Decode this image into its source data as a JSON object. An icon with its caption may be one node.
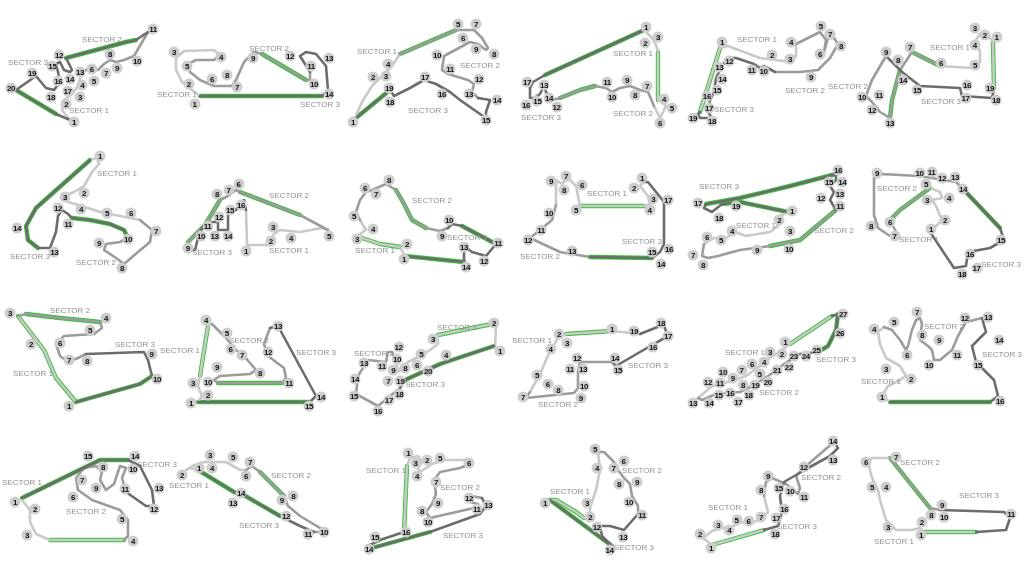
{
  "diagram": {
    "labels": [
      "1",
      "2",
      "3",
      "4",
      "5",
      "6",
      "7",
      "8",
      "9",
      "10",
      "11",
      "12",
      "13",
      "14",
      "15",
      "16",
      "17",
      "18",
      "19",
      "20",
      "SECTOR 1",
      "SECTOR 2",
      "SECTOR 3",
      "1",
      "2",
      "3",
      "4",
      "5",
      "6",
      "7",
      "8",
      "9",
      "10",
      "11",
      "12",
      "13",
      "14",
      "SECTOR 1",
      "SECTOR 2",
      "SECTOR 3",
      "1",
      "2",
      "3",
      "4",
      "5",
      "6",
      "7",
      "8",
      "9",
      "10",
      "11",
      "12",
      "13",
      "14",
      "15",
      "16",
      "17",
      "18",
      "19",
      "SECTOR 1",
      "SECTOR 2",
      "SECTOR 3",
      "1",
      "2",
      "3",
      "4",
      "5",
      "6",
      "7",
      "8",
      "9",
      "10",
      "11",
      "12",
      "13",
      "14",
      "15",
      "16",
      "17",
      "SECTOR 1",
      "SECTOR 2",
      "SECTOR 3",
      "1",
      "2",
      "3",
      "4",
      "5",
      "6",
      "7",
      "8",
      "9",
      "10",
      "11",
      "12",
      "13",
      "14",
      "15",
      "16",
      "17",
      "18",
      "19",
      "SECTOR 1",
      "SECTOR 2",
      "SECTOR 3",
      "1",
      "2",
      "3",
      "4",
      "5",
      "6",
      "7",
      "8",
      "9",
      "10",
      "11",
      "12",
      "13",
      "14",
      "15",
      "16",
      "17",
      "18",
      "19",
      "SECTOR 1",
      "SECTOR 2",
      "SECTOR 3",
      "1",
      "2",
      "3",
      "4",
      "5",
      "6",
      "7",
      "8",
      "9",
      "10",
      "11",
      "12",
      "13",
      "14",
      "SECTOR 1",
      "SECTOR 2",
      "SECTOR 3",
      "1",
      "2",
      "3",
      "4",
      "5",
      "6",
      "7",
      "8",
      "9",
      "10",
      "11",
      "12",
      "13",
      "14",
      "15",
      "16",
      "SECTOR 1",
      "SECTOR 2",
      "SECTOR 3",
      "1",
      "2",
      "3",
      "4",
      "5",
      "6",
      "7",
      "8",
      "9",
      "10",
      "11",
      "12",
      "13",
      "14",
      "SECTOR 1",
      "SECTOR 2",
      "SECTOR 3",
      "1",
      "2",
      "3",
      "4",
      "5",
      "6",
      "7",
      "8",
      "9",
      "10",
      "11",
      "12",
      "13",
      "14",
      "15",
      "16",
      "17",
      "SECTOR 1",
      "SECTOR 2",
      "SECTOR 3",
      "1",
      "2",
      "3",
      "4",
      "5",
      "6",
      "7",
      "8",
      "9",
      "10",
      "11",
      "12",
      "13",
      "14",
      "15",
      "16",
      "17",
      "18",
      "19",
      "SECTOR 1",
      "SECTOR 2",
      "SECTOR 3",
      "1",
      "2",
      "3",
      "4",
      "5",
      "6",
      "7",
      "8",
      "9",
      "10",
      "11",
      "12",
      "13",
      "14",
      "15",
      "16",
      "17",
      "18",
      "SECTOR 1",
      "SECTOR 2",
      "SECTOR 3",
      "1",
      "2",
      "3",
      "4",
      "5",
      "6",
      "7",
      "8",
      "9",
      "10",
      "SECTOR 1",
      "SECTOR 2",
      "SECTOR 3",
      "1",
      "2",
      "3",
      "4",
      "5",
      "6",
      "7",
      "8",
      "9",
      "10",
      "11",
      "12",
      "13",
      "14",
      "15",
      "SECTOR 1",
      "SECTOR 2",
      "SECTOR 3",
      "1",
      "2",
      "3",
      "4",
      "5",
      "6",
      "7",
      "8",
      "9",
      "10",
      "11",
      "12",
      "13",
      "14",
      "15",
      "16",
      "17",
      "18",
      "19",
      "20",
      "SECTOR 1",
      "SECTOR 2",
      "SECTOR 3",
      "1",
      "2",
      "3",
      "4",
      "5",
      "6",
      "7",
      "8",
      "9",
      "10",
      "11",
      "12",
      "13",
      "14",
      "15",
      "16",
      "17",
      "18",
      "19",
      "SECTOR 1",
      "SECTOR 2",
      "SECTOR 3",
      "1",
      "2",
      "3",
      "4",
      "5",
      "6",
      "7",
      "8",
      "9",
      "10",
      "11",
      "12",
      "13",
      "14",
      "15",
      "16",
      "17",
      "18",
      "19",
      "20",
      "21",
      "22",
      "23",
      "24",
      "25",
      "26",
      "27",
      "SECTOR 1",
      "SECTOR 2",
      "SECTOR 3",
      "1",
      "2",
      "3",
      "4",
      "5",
      "6",
      "7",
      "8",
      "9",
      "10",
      "11",
      "12",
      "13",
      "14",
      "15",
      "16",
      "SECTOR 1",
      "SECTOR 2",
      "SECTOR 3",
      "1",
      "2",
      "3",
      "4",
      "5",
      "6",
      "7",
      "8",
      "9",
      "10",
      "11",
      "12",
      "13",
      "14",
      "15",
      "SECTOR 1",
      "SECTOR 2",
      "SECTOR 3",
      "1",
      "2",
      "3",
      "4",
      "5",
      "6",
      "7",
      "8",
      "9",
      "10",
      "11",
      "12",
      "13",
      "14",
      "SECTOR 1",
      "SECTOR 2",
      "SECTOR 3",
      "1",
      "2",
      "3",
      "4",
      "5",
      "6",
      "7",
      "8",
      "9",
      "10",
      "11",
      "12",
      "13",
      "14",
      "15",
      "16",
      "SECTOR 1",
      "SECTOR 2",
      "SECTOR 3",
      "1",
      "2",
      "3",
      "4",
      "5",
      "6",
      "7",
      "8",
      "9",
      "10",
      "11",
      "12",
      "13",
      "14",
      "SECTOR 1",
      "SECTOR 2",
      "SECTOR 3",
      "1",
      "2",
      "3",
      "4",
      "5",
      "6",
      "7",
      "8",
      "9",
      "10",
      "11",
      "12",
      "13",
      "14",
      "15",
      "16",
      "17",
      "18",
      "SECTOR 1",
      "SECTOR 2",
      "SECTOR 3",
      "1",
      "2",
      "3",
      "4",
      "5",
      "6",
      "7",
      "8",
      "9",
      "10",
      "11",
      "SECTOR 1",
      "SECTOR 2",
      "SECTOR 3"
    ]
  }
}
